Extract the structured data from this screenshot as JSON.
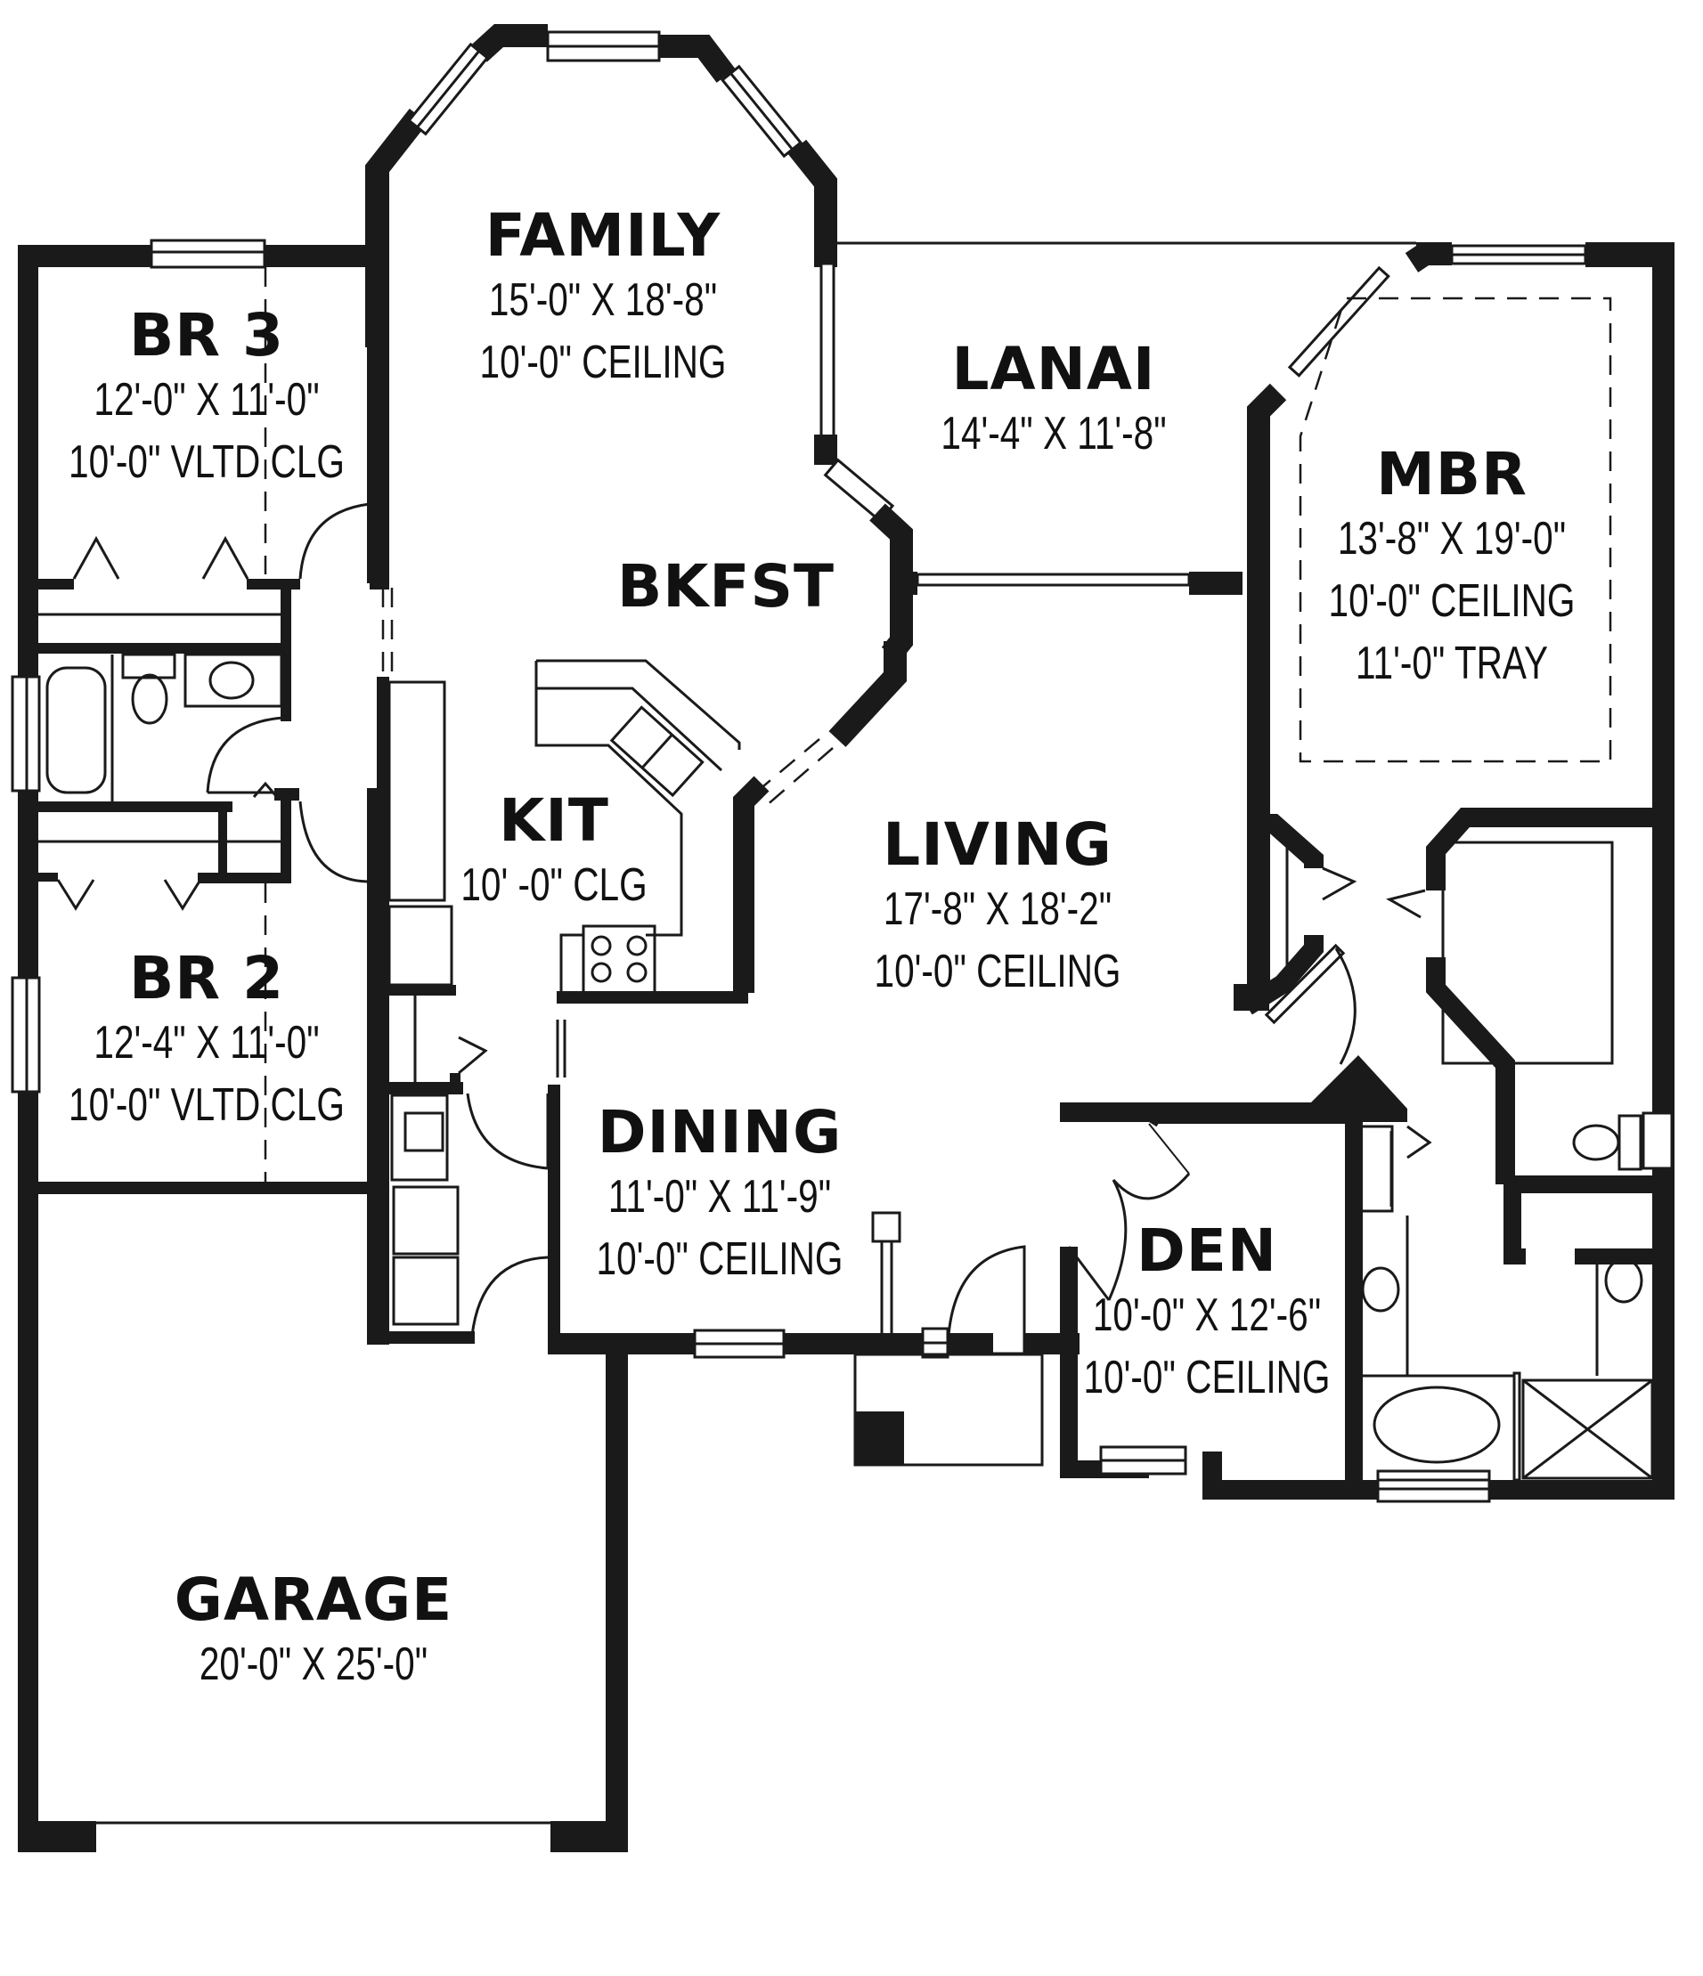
{
  "plan": {
    "type": "floor-plan",
    "colors": {
      "wall": "#1a1a1a",
      "background": "#ffffff"
    }
  },
  "rooms": {
    "family": {
      "name": "FAMILY",
      "size": "15'-0\" X 18'-8\"",
      "ceiling": "10'-0\" CEILING"
    },
    "br3": {
      "name": "BR 3",
      "size": "12'-0\" X 11'-0\"",
      "ceiling": "10'-0\" VLTD CLG"
    },
    "lanai": {
      "name": "LANAI",
      "size": "14'-4\" X 11'-8\""
    },
    "mbr": {
      "name": "MBR",
      "size": "13'-8\" X 19'-0\"",
      "ceiling": "10'-0\" CEILING",
      "tray": "11'-0\" TRAY"
    },
    "bkfst": {
      "name": "BKFST"
    },
    "kit": {
      "name": "KIT",
      "ceiling": "10' -0\" CLG"
    },
    "living": {
      "name": "LIVING",
      "size": "17'-8\" X 18'-2\"",
      "ceiling": "10'-0\" CEILING"
    },
    "br2": {
      "name": "BR 2",
      "size": "12'-4\" X 11'-0\"",
      "ceiling": "10'-0\" VLTD CLG"
    },
    "dining": {
      "name": "DINING",
      "size": "11'-0\" X 11'-9\"",
      "ceiling": "10'-0\" CEILING"
    },
    "den": {
      "name": "DEN",
      "size": "10'-0\" X 12'-6\"",
      "ceiling": "10'-0\" CEILING"
    },
    "garage": {
      "name": "GARAGE",
      "size": "20'-0\" X 25'-0\""
    }
  }
}
